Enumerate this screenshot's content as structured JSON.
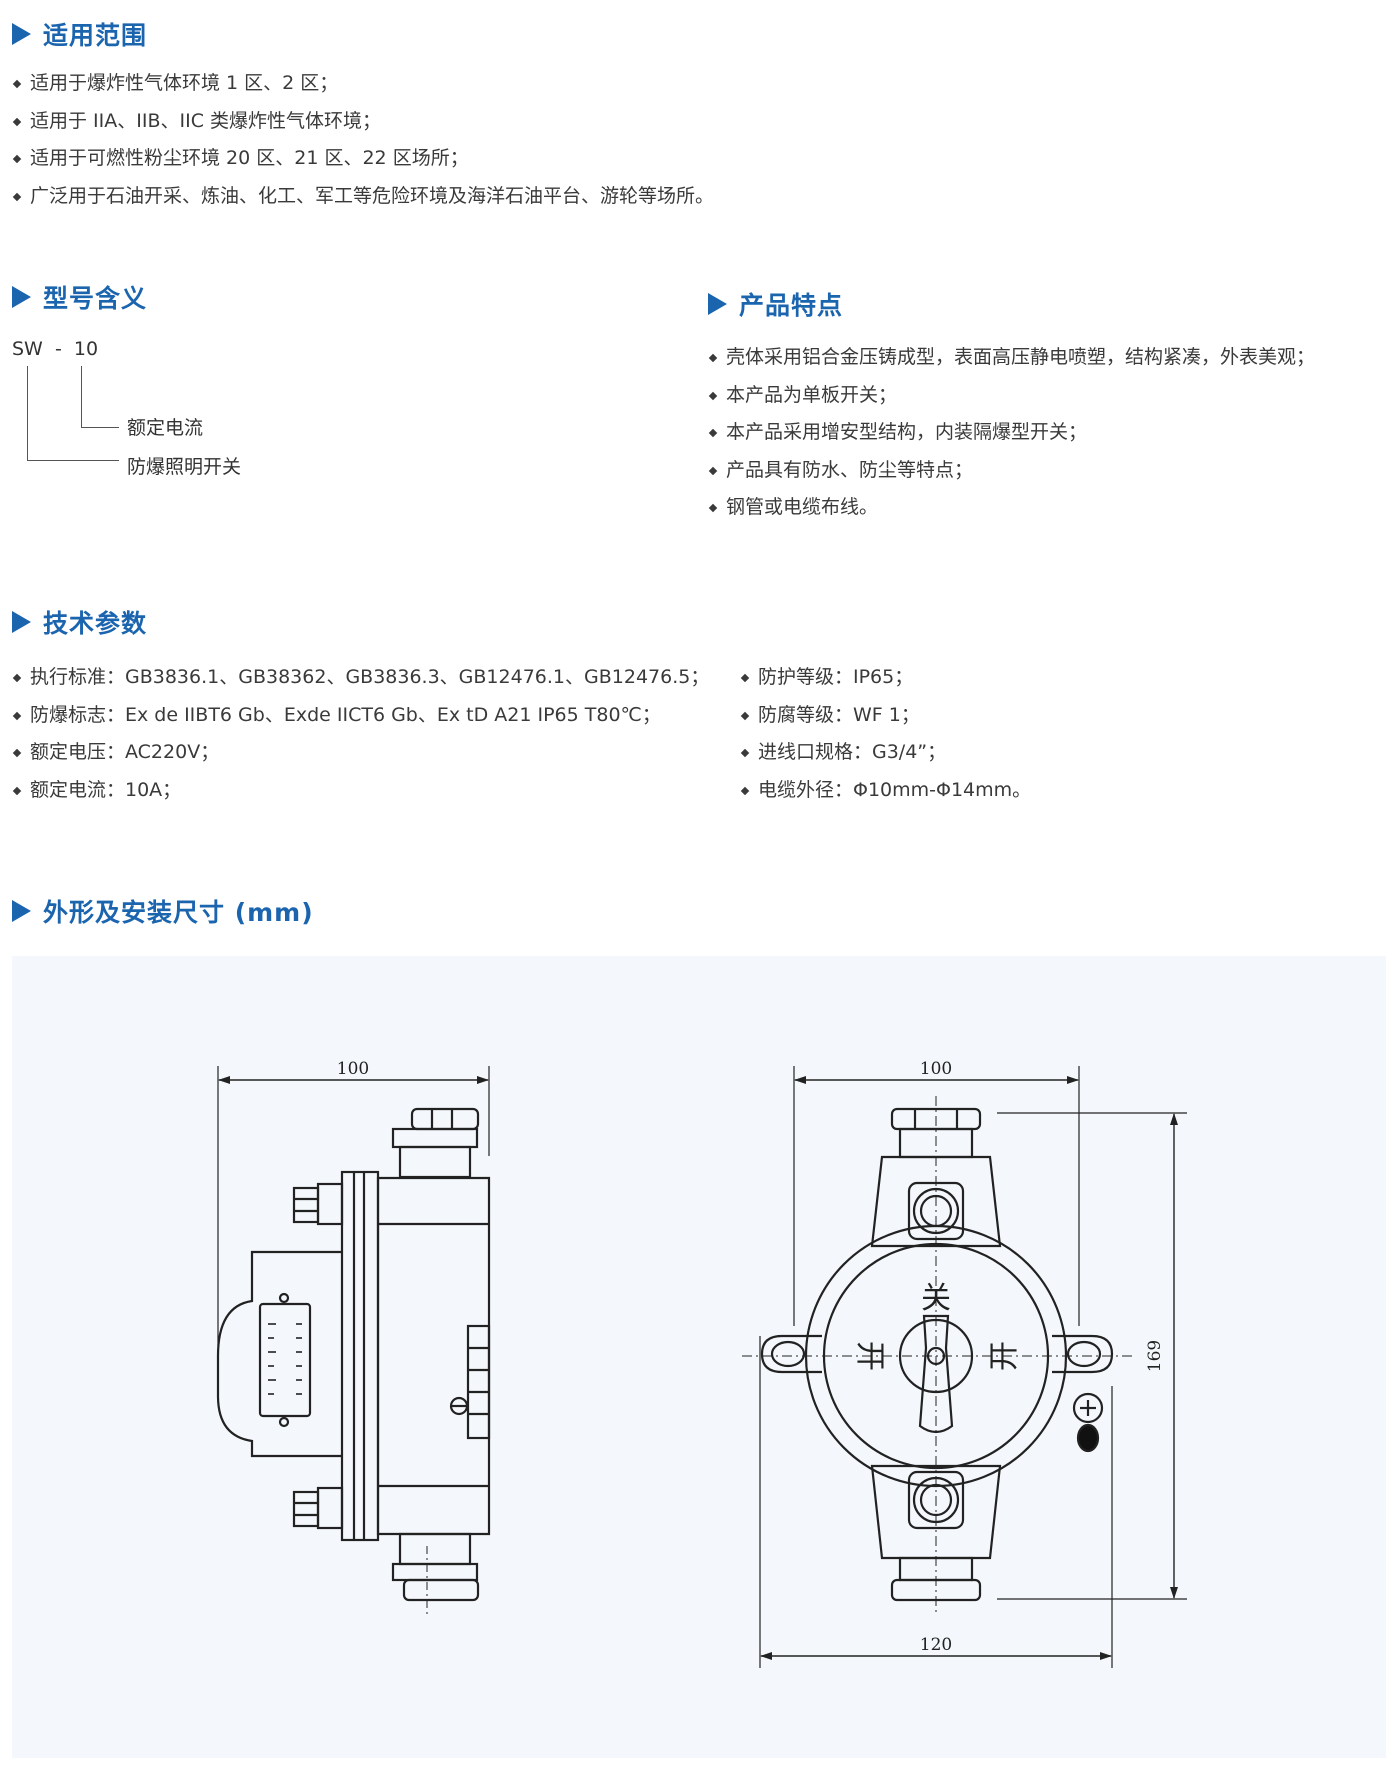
{
  "scope": {
    "title": "适用范围",
    "items": [
      "适用于爆炸性气体环境 1 区、2 区；",
      "适用于 IIA、IIB、IIC 类爆炸性气体环境；",
      "适用于可燃性粉尘环境 20 区、21 区、22 区场所；",
      "广泛用于石油开采、炼油、化工、军工等危险环境及海洋石油平台、游轮等场所。"
    ]
  },
  "model": {
    "title": "型号含义",
    "code_prefix": "SW",
    "code_sep": "-",
    "code_suffix": "10",
    "label_current": "额定电流",
    "label_product": "防爆照明开关"
  },
  "features": {
    "title": "产品特点",
    "items": [
      "壳体采用铝合金压铸成型，表面高压静电喷塑，结构紧凑，外表美观；",
      "本产品为单板开关；",
      "本产品采用增安型结构，内装隔爆型开关；",
      "产品具有防水、防尘等特点；",
      "钢管或电缆布线。"
    ]
  },
  "tech": {
    "title": "技术参数",
    "left": [
      "执行标准：GB3836.1、GB38362、GB3836.3、GB12476.1、GB12476.5；",
      "防爆标志：Ex de IIBT6 Gb、Exde IICT6 Gb、Ex tD A21 IP65 T80℃；",
      "额定电压：AC220V；",
      "额定电流：10A；"
    ],
    "right": [
      "防护等级：IP65；",
      "防腐等级：WF 1；",
      "进线口规格：G3/4”；",
      "电缆外径：Φ10mm-Φ14mm。"
    ]
  },
  "dimensions": {
    "title": "外形及安装尺寸 (mm)",
    "side_width": "100",
    "front_width": "100",
    "front_height": "169",
    "front_base": "120",
    "label_off": "关",
    "label_on_left": "开",
    "label_on_right": "开"
  }
}
